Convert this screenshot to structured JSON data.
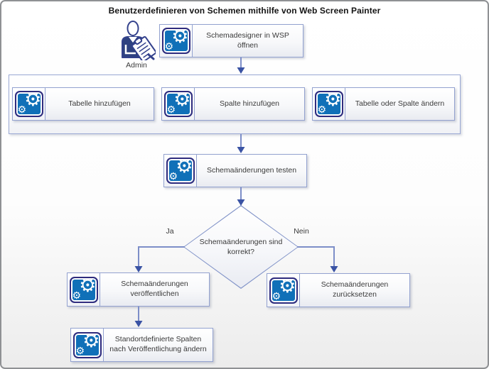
{
  "title": "Benutzerdefinieren von Schemen mithilfe von Web Screen Painter",
  "actor": {
    "label": "Admin"
  },
  "nodes": {
    "open": {
      "label": "Schemadesigner in WSP öffnen"
    },
    "table": {
      "label": "Tabelle hinzufügen"
    },
    "column": {
      "label": "Spalte hinzufügen"
    },
    "modify": {
      "label": "Tabelle oder Spalte ändern"
    },
    "test": {
      "label": "Schemaänderungen testen"
    },
    "decision": {
      "label": "Schemaänderungen sind korrekt?"
    },
    "publish": {
      "label": "Schemaänderungen veröffentlichen"
    },
    "site": {
      "label": "Standortdefinierte Spalten nach Veröffentlichung ändern"
    },
    "revert": {
      "label": "Schemaänderungen zurücksetzen"
    }
  },
  "branch_labels": {
    "yes": "Ja",
    "no": "Nein"
  },
  "icons": {
    "process": "gears-screen-icon",
    "actor": "admin-person-icon",
    "gear_glyph": "⚙"
  },
  "colors": {
    "frame_border": "#8f9194",
    "node_border": "#93a2d0",
    "icon_fill": "#1070b8",
    "icon_border": "#2f2c7e",
    "connector": "#7d8ec8",
    "arrowhead": "#3a53a4",
    "text": "#3a3a3a"
  }
}
